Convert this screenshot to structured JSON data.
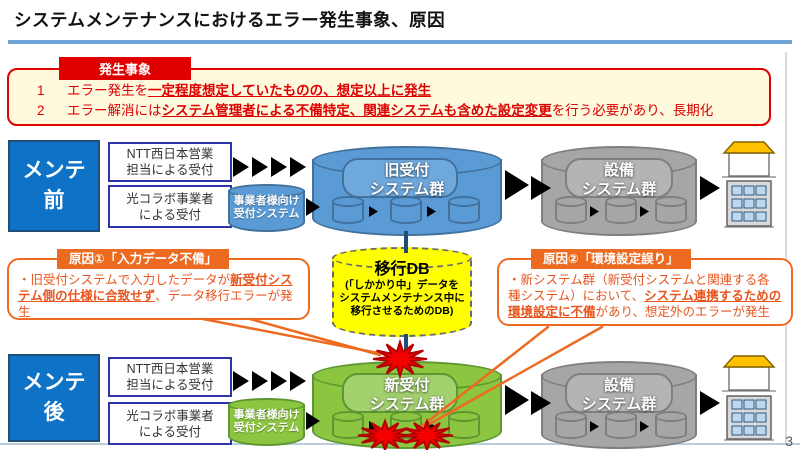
{
  "page": {
    "title": "システムメンテナンスにおけるエラー発生事象、原因",
    "page_number": "3"
  },
  "colors": {
    "accent_blue": "#0E72C6",
    "rule_blue": "#6FA3D8",
    "event_red": "#E00000",
    "cause_orange": "#ED6B21",
    "cyl_blue": "#5B9BD5",
    "cyl_gray": "#A6A6A6",
    "cyl_green": "#8CC540",
    "db_yellow": "#FFFF00",
    "burst_red": "#F40000",
    "connector_navy": "#1F4E79"
  },
  "occurrence": {
    "header": "発生事象",
    "items": [
      {
        "num": "1",
        "pre": "エラー発生を",
        "em": "一定程度想定していたものの、想定以上に発生",
        "post": ""
      },
      {
        "num": "2",
        "pre": "エラー解消には",
        "em": "システム管理者による不備特定、関連システムも含めた設定変更",
        "post": "を行う必要があり、長期化"
      }
    ]
  },
  "rows": {
    "before": {
      "label_top": "メンテ",
      "label_bottom": "前",
      "channel1_line1": "NTT西日本営業",
      "channel1_line2": "担当による受付",
      "channel2_line1": "光コラボ事業者",
      "channel2_line2": "による受付",
      "feeder_line1": "事業者様向け",
      "feeder_line2": "受付システム",
      "main_line1": "旧受付",
      "main_line2": "システム群",
      "equip_line1": "設備",
      "equip_line2": "システム群"
    },
    "after": {
      "label_top": "メンテ",
      "label_bottom": "後",
      "channel1_line1": "NTT西日本営業",
      "channel1_line2": "担当による受付",
      "channel2_line1": "光コラボ事業者",
      "channel2_line2": "による受付",
      "feeder_line1": "事業者様向け",
      "feeder_line2": "受付システム",
      "main_line1": "新受付",
      "main_line2": "システム群",
      "equip_line1": "設備",
      "equip_line2": "システム群"
    }
  },
  "migration_db": {
    "title": "移行DB",
    "sub1": "(「しかかり中」データを",
    "sub2": "システムメンテナンス中に",
    "sub3": "移行させるためのDB)"
  },
  "causes": [
    {
      "header": "原因①「入力データ不備」",
      "pre": "・旧受付システムで入力したデータが",
      "em": "新受付システム側の仕様に合致せず",
      "post": "、データ移行エラーが発生"
    },
    {
      "header": "原因②「環境設定誤り」",
      "pre": "・新システム群（新受付システムと関連する各種システム）において、",
      "em": "システム連携するための環境設定に不備",
      "post": "があり、想定外のエラーが発生"
    }
  ]
}
